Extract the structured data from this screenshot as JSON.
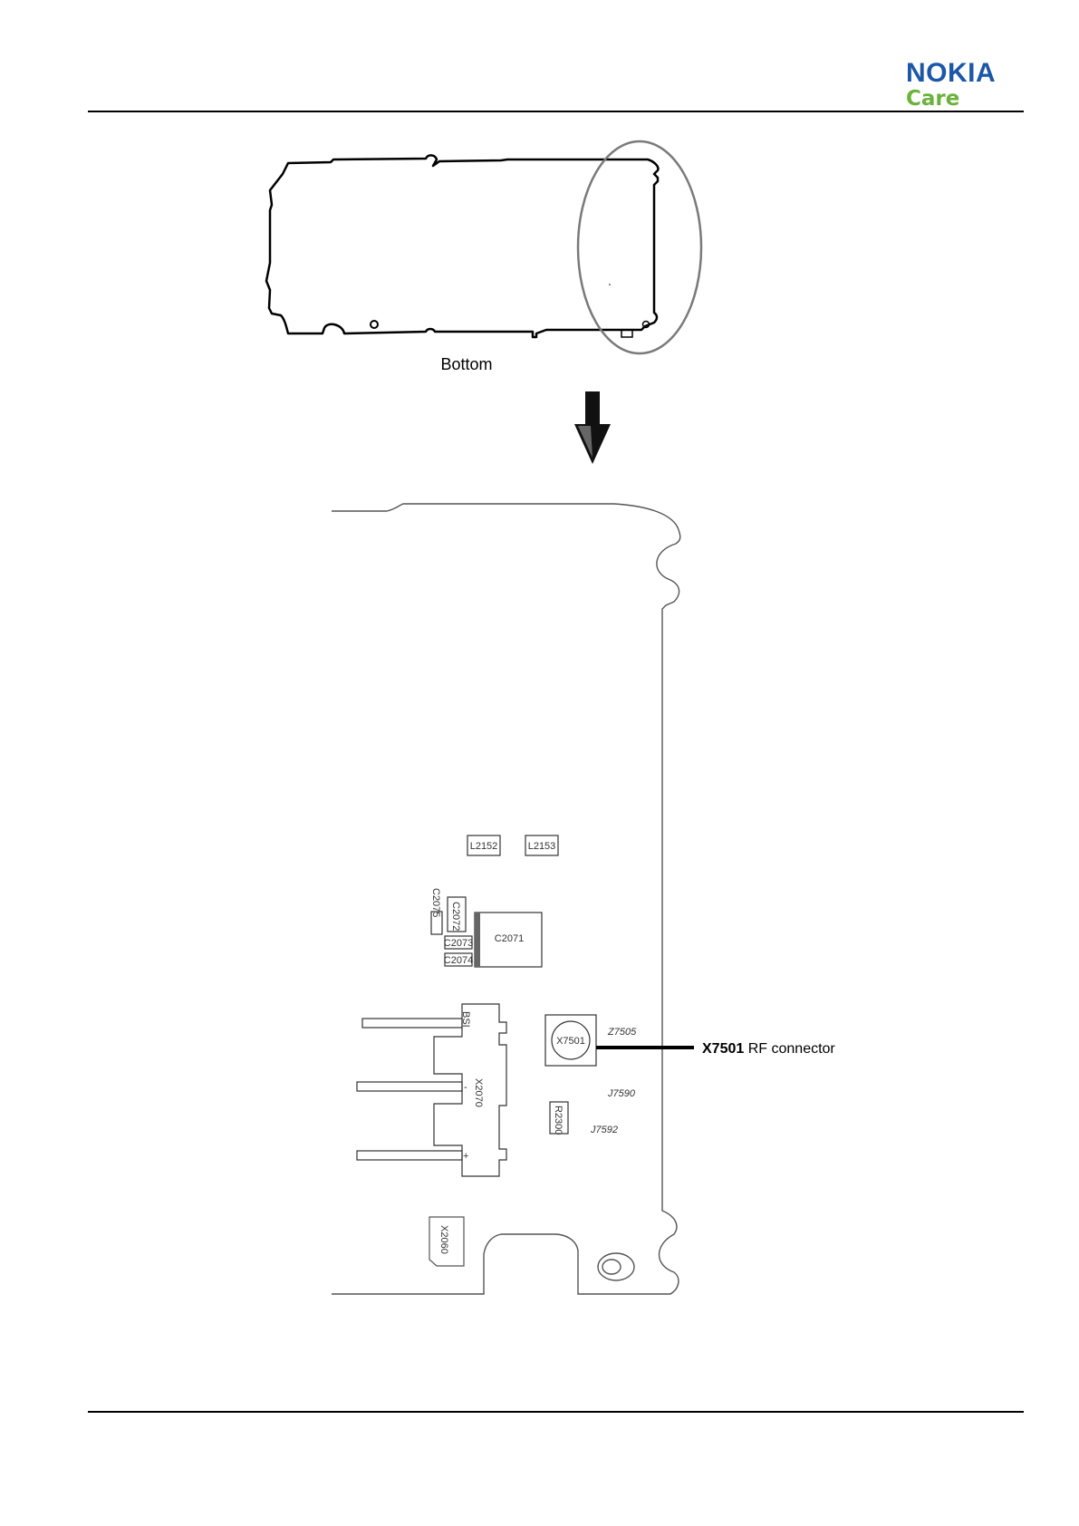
{
  "logo": {
    "word": "NOKIA",
    "sub": "Care",
    "word_color": "#1c57a8",
    "sub_color": "#6bb23c"
  },
  "overview": {
    "caption": "Bottom"
  },
  "callout": {
    "ref": "X7501",
    "description": "RF connector"
  },
  "components": {
    "l2152": "L2152",
    "l2153": "L2153",
    "c2075": "C2075",
    "c2072": "C2072",
    "c2071": "C2071",
    "c2073": "C2073",
    "c2074": "C2074",
    "x2070": "X2070",
    "bsi": "BSI",
    "minus": "-",
    "plus": "+",
    "x7501": "X7501",
    "z7505": "Z7505",
    "j7590": "J7590",
    "r2300": "R2300",
    "j7592": "J7592",
    "x2060": "X2060"
  }
}
